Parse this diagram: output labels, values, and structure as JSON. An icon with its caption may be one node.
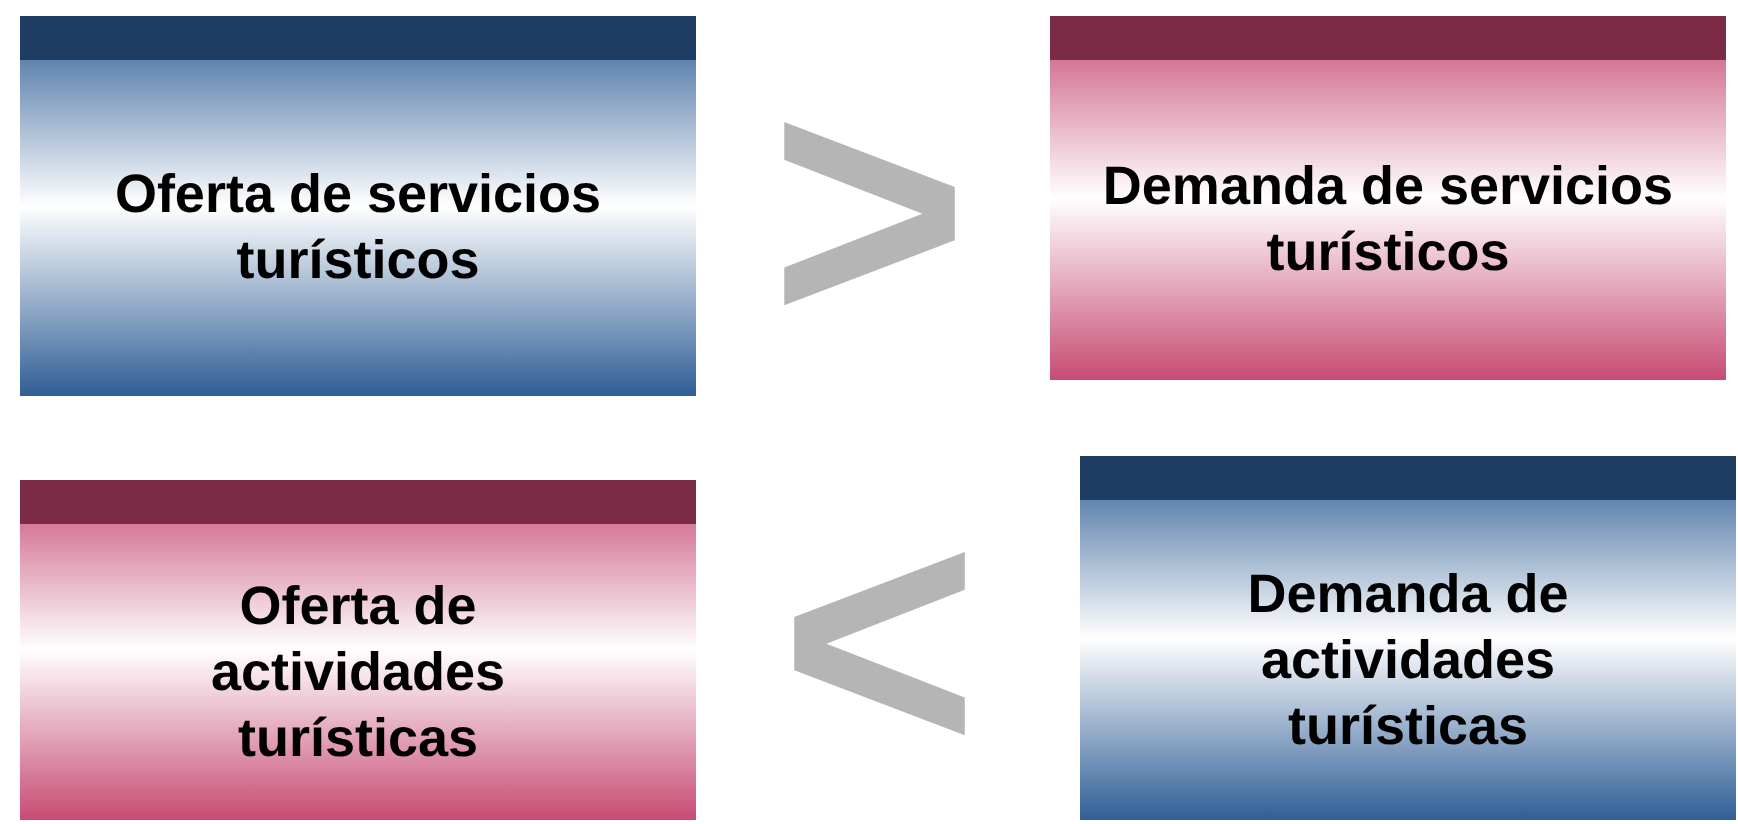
{
  "diagram": {
    "nodes": [
      {
        "text": [
          "Oferta de servicios turísticos"
        ]
      },
      {
        "text": [
          "Demanda de servicios turísticos"
        ]
      },
      {
        "text": [
          "Oferta de actividades turísticas"
        ]
      },
      {
        "text": [
          "Demanda de actividades turísticas"
        ]
      }
    ],
    "labels": [
      ">",
      "<"
    ]
  }
}
